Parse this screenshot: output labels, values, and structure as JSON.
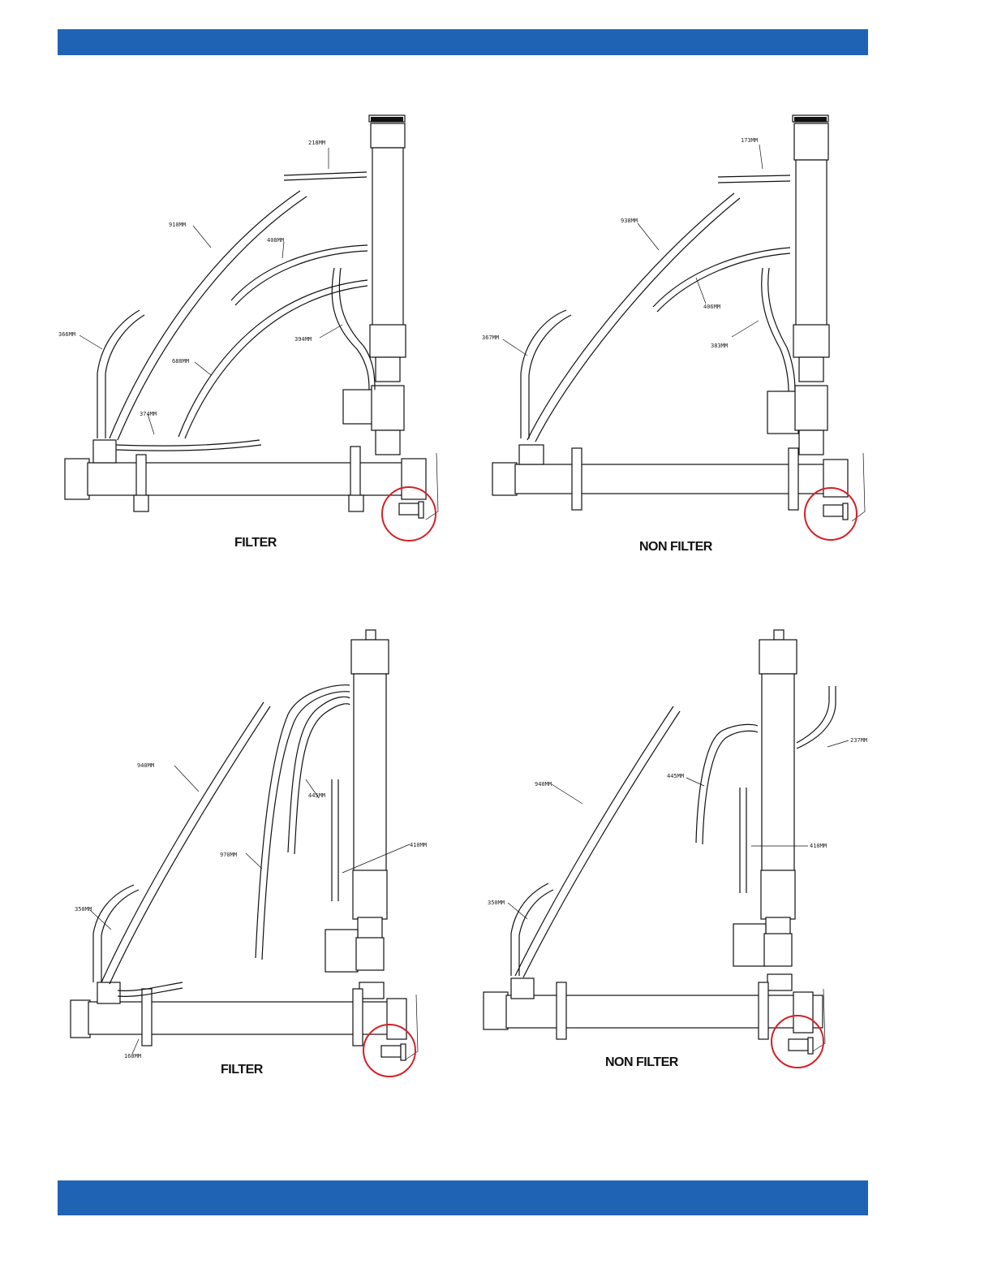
{
  "header_band": {
    "color": "#1f63b5"
  },
  "footer_band": {
    "color": "#1f63b5"
  },
  "highlight_color": "#d42027",
  "panels": [
    {
      "caption": "FILTER",
      "labels": {
        "a": "218MM",
        "b": "910MM",
        "c": "408MM",
        "d": "366MM",
        "e": "394MM",
        "f": "688MM",
        "g": "374MM"
      }
    },
    {
      "caption": "NON FILTER",
      "labels": {
        "a": "173MM",
        "b": "938MM",
        "c": "406MM",
        "d": "367MM",
        "e": "383MM"
      }
    },
    {
      "caption": "FILTER",
      "labels": {
        "a": "940MM",
        "b": "445MM",
        "c": "970MM",
        "d": "410MM",
        "e": "350MM",
        "f": "168MM"
      }
    },
    {
      "caption": "NON FILTER",
      "labels": {
        "a": "237MM",
        "b": "940MM",
        "c": "445MM",
        "d": "410MM",
        "e": "350MM"
      }
    }
  ]
}
